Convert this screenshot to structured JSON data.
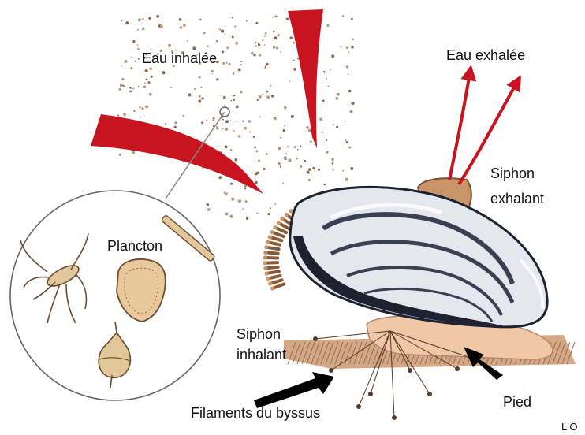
{
  "labels": {
    "inhaled_water": "Eau inhalée",
    "exhaled_water": "Eau exhalée",
    "exhalant_siphon": [
      "Siphon",
      "exhalant"
    ],
    "plankton": "Plancton",
    "inhalant_siphon": [
      "Siphon",
      "inhalant"
    ],
    "byssus_threads": "Filaments du byssus",
    "foot": "Pied",
    "signature": "L Ö"
  },
  "colors": {
    "water_flow_arrows": "#c8141e",
    "shell_light": "#e6e6ee",
    "shell_dark": "#1e2230",
    "siphon_tan": "#c89468",
    "foot_peach": "#f0c8a8",
    "sediment": "#b07850",
    "plankton_particles": "#8a6a4a"
  }
}
